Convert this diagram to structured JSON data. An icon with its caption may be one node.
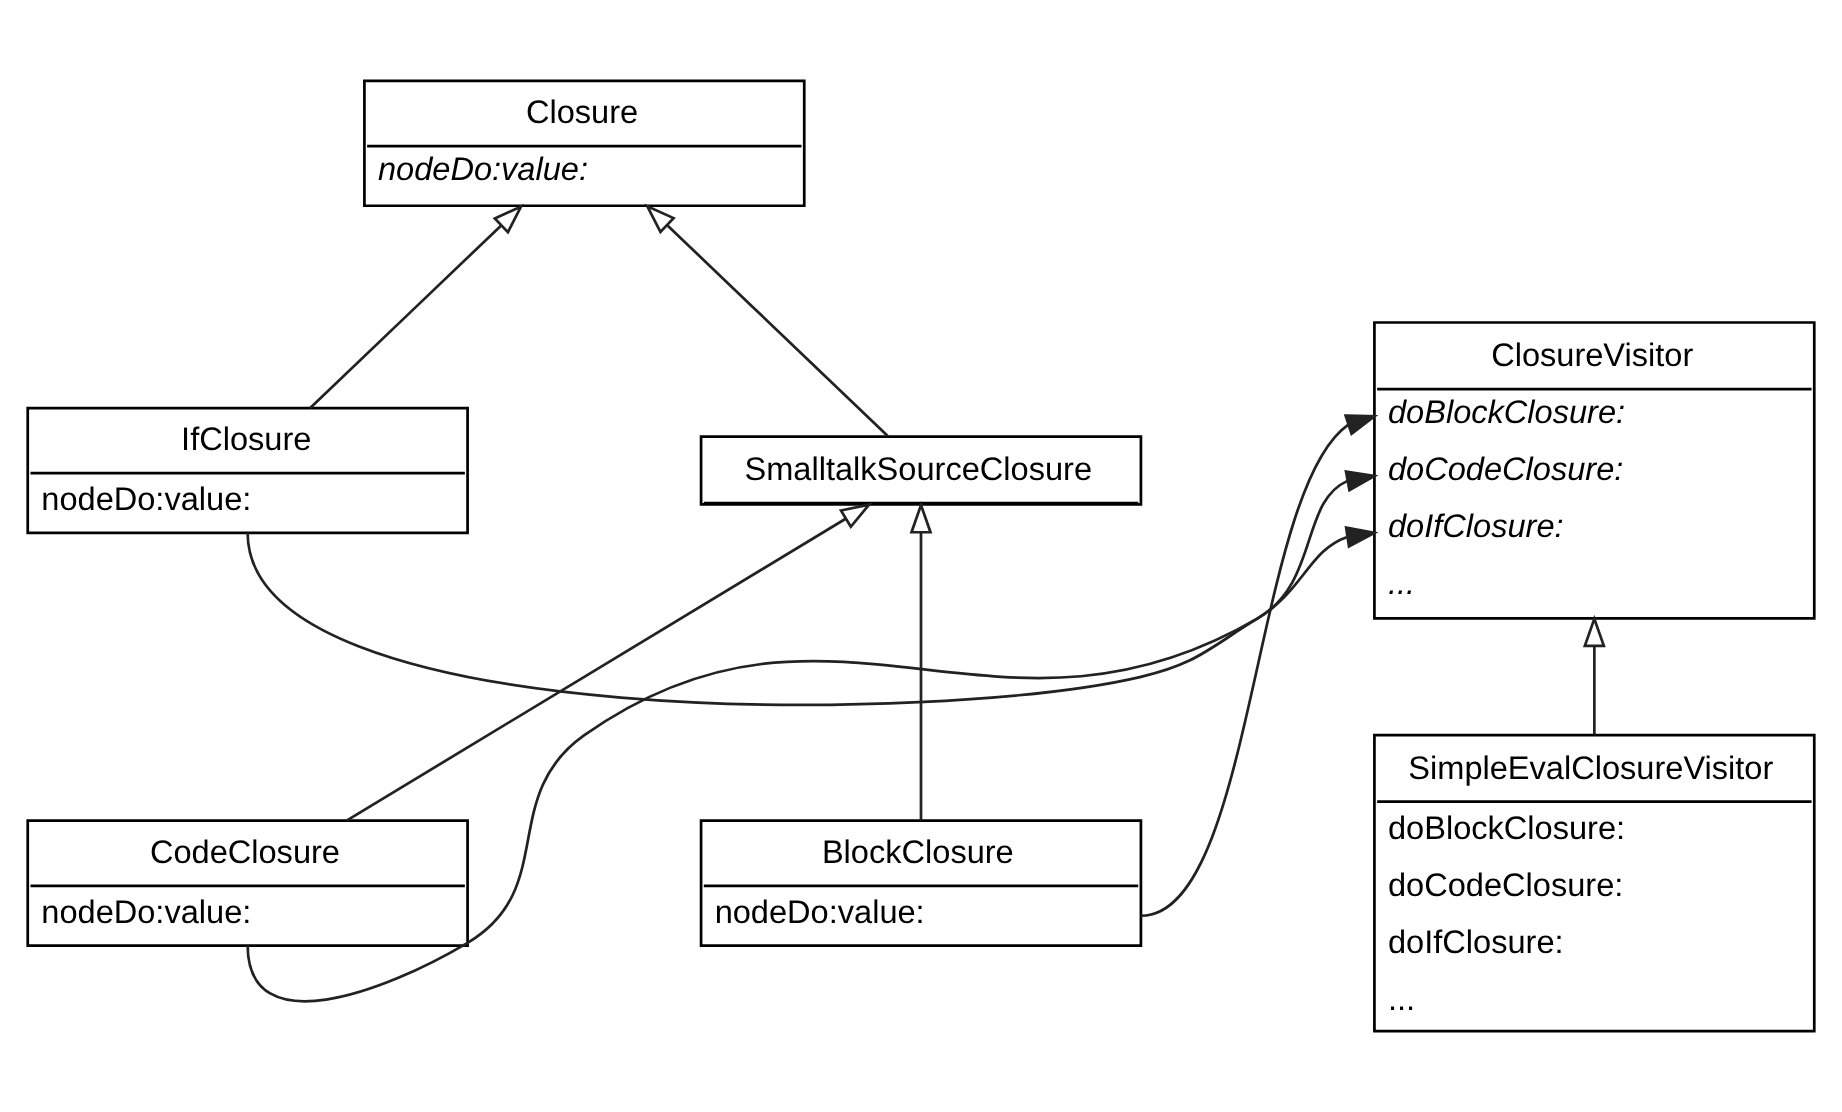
{
  "diagram": {
    "nodes": [
      {
        "text": [
          "Closure",
          "nodeDo:value:"
        ]
      },
      {
        "text": [
          "IfClosure",
          "nodeDo:value:"
        ]
      },
      {
        "text": [
          "SmalltalkSourceClosure"
        ]
      },
      {
        "text": [
          "CodeClosure",
          "nodeDo:value:"
        ]
      },
      {
        "text": [
          "BlockClosure",
          "nodeDo:value:"
        ]
      },
      {
        "text": [
          "ClosureVisitor",
          "doBlockClosure:",
          "doCodeClosure:",
          "doIfClosure:",
          "..."
        ]
      },
      {
        "text": [
          "SimpleEvalClosureVisitor",
          "doBlockClosure:",
          "doCodeClosure:",
          "doIfClosure:",
          "..."
        ]
      }
    ],
    "edges": [
      {
        "from": 1,
        "to": 0,
        "arrow": "to"
      },
      {
        "from": 2,
        "to": 0,
        "arrow": "to"
      },
      {
        "from": 3,
        "to": 2,
        "arrow": "to"
      },
      {
        "from": 4,
        "to": 2,
        "arrow": "to"
      },
      {
        "from": 4,
        "to": 5,
        "arrow": "to"
      },
      {
        "from": 3,
        "to": 5,
        "arrow": "to"
      },
      {
        "from": 1,
        "to": 5,
        "arrow": "to"
      },
      {
        "from": 6,
        "to": 5,
        "arrow": "to"
      }
    ]
  }
}
